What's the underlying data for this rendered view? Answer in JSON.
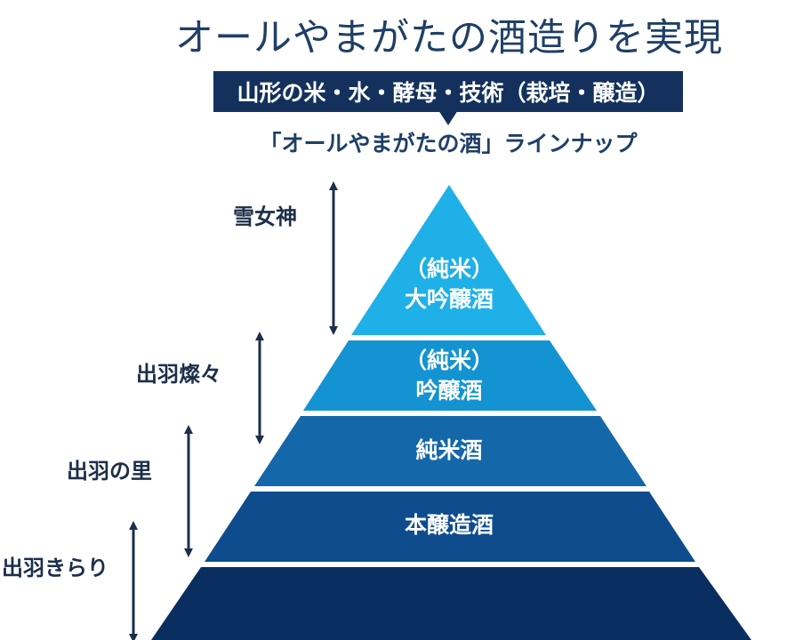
{
  "title": "オールやまがたの酒造りを実現",
  "banner": "山形の米・水・酵母・技術（栽培・醸造）",
  "lineup": "「オールやまがたの酒」ラインナップ",
  "colors": {
    "banner": "#13315c",
    "tier1": "#1fb0e8",
    "tier2": "#1493d2",
    "tier3": "#1467a9",
    "tier4": "#0e4c8e",
    "tier5": "#0a2e60",
    "arrow": "#1c2f4a"
  },
  "tiers": [
    {
      "line1": "（純米）",
      "line2": "大吟醸酒"
    },
    {
      "line1": "（純米）",
      "line2": "吟醸酒"
    },
    {
      "line1": "純米酒"
    },
    {
      "line1": "本醸造酒"
    },
    {
      "line1": ""
    }
  ],
  "brands": [
    {
      "label": "雪女神"
    },
    {
      "label": "出羽燦々"
    },
    {
      "label": "出羽の里"
    },
    {
      "label": "出羽きらり"
    }
  ]
}
